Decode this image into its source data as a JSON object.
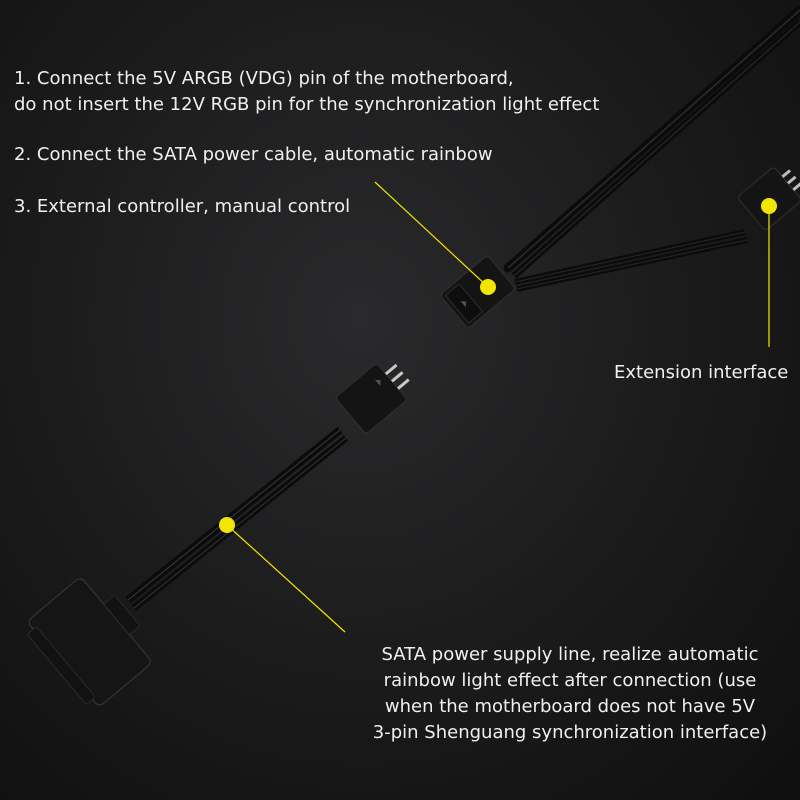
{
  "instructions": [
    {
      "line1": "1. Connect the 5V ARGB (VDG) pin of the motherboard,",
      "line2": "do not insert the 12V RGB pin for the synchronization light effect"
    },
    {
      "line1": "2. Connect the SATA power cable, automatic rainbow"
    },
    {
      "line1": "3. External controller, manual control"
    }
  ],
  "labels": {
    "extension": "Extension interface",
    "sata_note": [
      "SATA power supply line, realize automatic",
      "rainbow light effect after connection (use",
      "when the motherboard does not have 5V",
      "3-pin Shenguang synchronization interface)"
    ]
  },
  "colors": {
    "background": "#1a1a1b",
    "callout": "#f2e600",
    "cable": "#0c0c0c",
    "connector": "#141414"
  }
}
